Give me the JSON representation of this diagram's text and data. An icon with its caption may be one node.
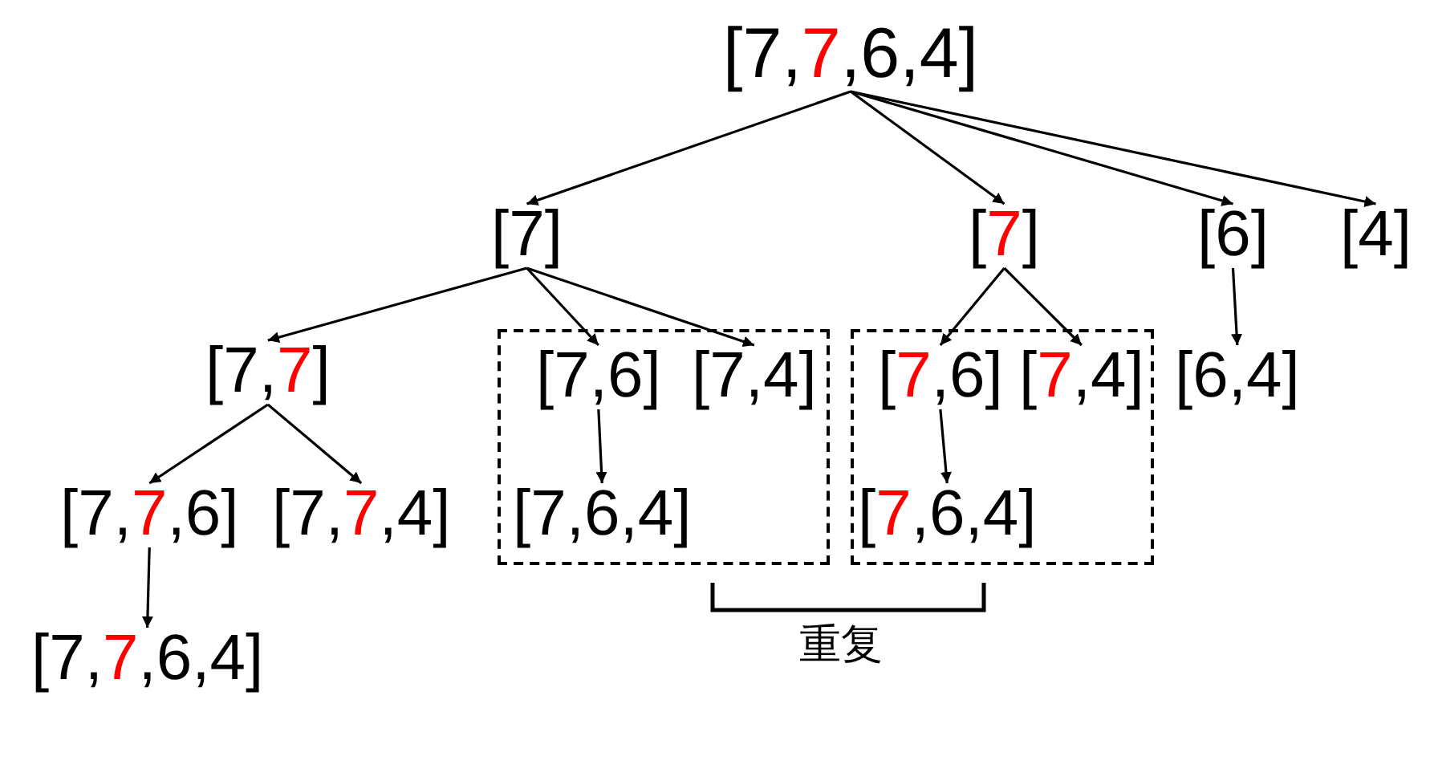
{
  "diagram": {
    "nodes": [
      {
        "text": [
          "[7,7,6,4]"
        ]
      },
      {
        "text": [
          "[7]"
        ]
      },
      {
        "text": [
          "[7]"
        ]
      },
      {
        "text": [
          "[6]"
        ]
      },
      {
        "text": [
          "[4]"
        ]
      },
      {
        "text": [
          "[7,7]"
        ]
      },
      {
        "text": [],
        "shape": "box"
      },
      {
        "text": [
          "[7,6]"
        ],
        "in": 6
      },
      {
        "text": [
          "[7,4]"
        ],
        "in": 6
      },
      {
        "text": [],
        "shape": "box"
      },
      {
        "text": [
          "[7,6]"
        ],
        "in": 9
      },
      {
        "text": [
          "[7,4]"
        ],
        "in": 9
      },
      {
        "text": [
          "[6,4]"
        ]
      },
      {
        "text": [
          "[7,7,6]"
        ]
      },
      {
        "text": [
          "[7,7,4]"
        ]
      },
      {
        "text": [
          "[7,6,4]"
        ],
        "in": 6
      },
      {
        "text": [
          "[7,6,4]"
        ],
        "in": 9
      },
      {
        "text": [
          "[7,7,6,4]"
        ]
      }
    ],
    "edges": [
      {
        "from": 0,
        "to": 1,
        "arrow": "to"
      },
      {
        "from": 0,
        "to": 2,
        "arrow": "to"
      },
      {
        "from": 0,
        "to": 3,
        "arrow": "to"
      },
      {
        "from": 0,
        "to": 4,
        "arrow": "to"
      },
      {
        "from": 1,
        "to": 5,
        "arrow": "to"
      },
      {
        "from": 1,
        "to": 7,
        "arrow": "to"
      },
      {
        "from": 1,
        "to": 8,
        "arrow": "to"
      },
      {
        "from": 2,
        "to": 10,
        "arrow": "to"
      },
      {
        "from": 2,
        "to": 11,
        "arrow": "to"
      },
      {
        "from": 3,
        "to": 12,
        "arrow": "to"
      },
      {
        "from": 5,
        "to": 13,
        "arrow": "to"
      },
      {
        "from": 5,
        "to": 14,
        "arrow": "to"
      },
      {
        "from": 7,
        "to": 15,
        "arrow": "to"
      },
      {
        "from": 10,
        "to": 16,
        "arrow": "to"
      },
      {
        "from": 13,
        "to": 17,
        "arrow": "to"
      }
    ],
    "labels": [
      "重复"
    ]
  }
}
